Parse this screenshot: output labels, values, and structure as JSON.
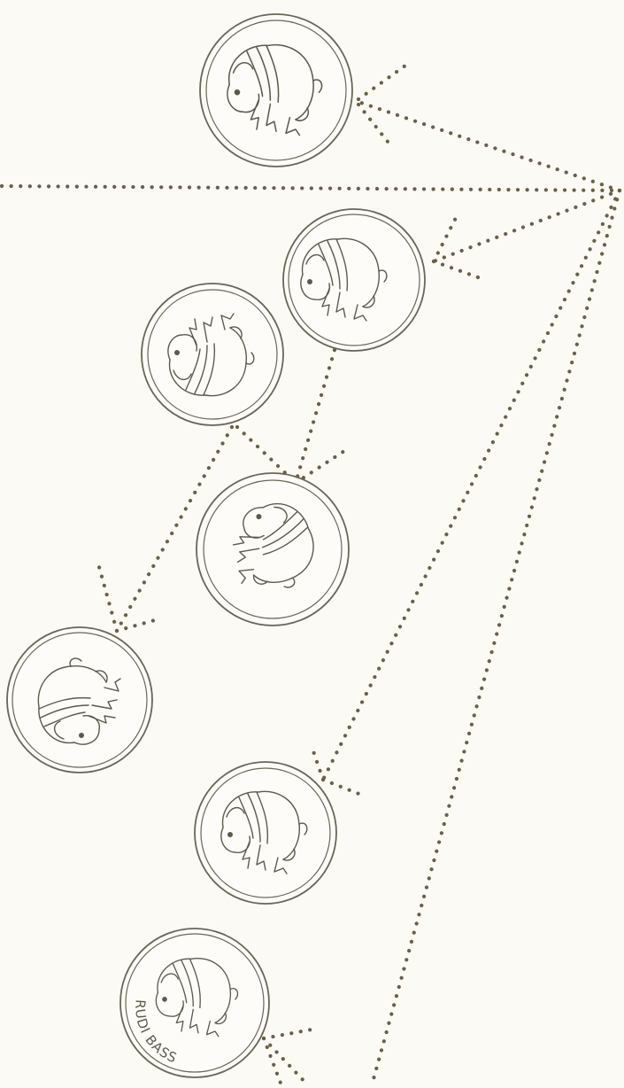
{
  "figure": {
    "coins": [
      {
        "id": "coin-1"
      },
      {
        "id": "coin-2"
      },
      {
        "id": "coin-3"
      },
      {
        "id": "coin-4"
      },
      {
        "id": "coin-5"
      },
      {
        "id": "coin-6"
      },
      {
        "id": "coin-7",
        "signature": "RUDI BASS"
      }
    ],
    "colors": {
      "dots": "#6b6048",
      "ink": "#5d5a4c",
      "paper": "#fbfaf5"
    }
  }
}
